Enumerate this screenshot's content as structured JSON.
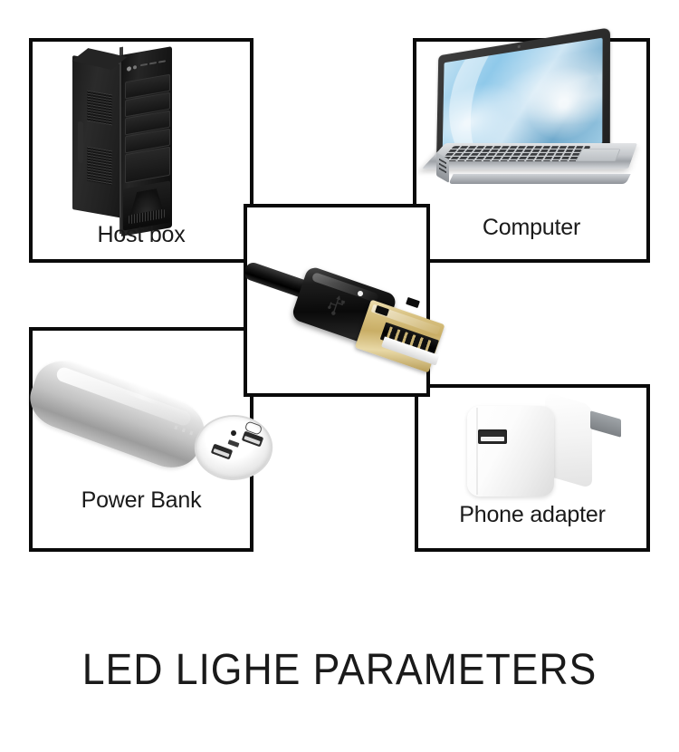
{
  "title": "LED LIGHE PARAMETERS",
  "panels": [
    {
      "id": "hostbox",
      "label": "Host box",
      "icon": "desktop-tower-icon"
    },
    {
      "id": "computer",
      "label": "Computer",
      "icon": "laptop-icon"
    },
    {
      "id": "powerbank",
      "label": "Power Bank",
      "icon": "power-bank-icon"
    },
    {
      "id": "adapter",
      "label": "Phone adapter",
      "icon": "wall-charger-icon"
    },
    {
      "id": "usb",
      "label": "",
      "icon": "usb-plug-icon"
    }
  ],
  "colors": {
    "background": "#ffffff",
    "border": "#0a0a0a",
    "text": "#1a1a1a",
    "usb_contact_gold": "#d9c384",
    "laptop_screen_blue": "#8fc9ea",
    "powerbank_silver": "#c2c2c2"
  }
}
